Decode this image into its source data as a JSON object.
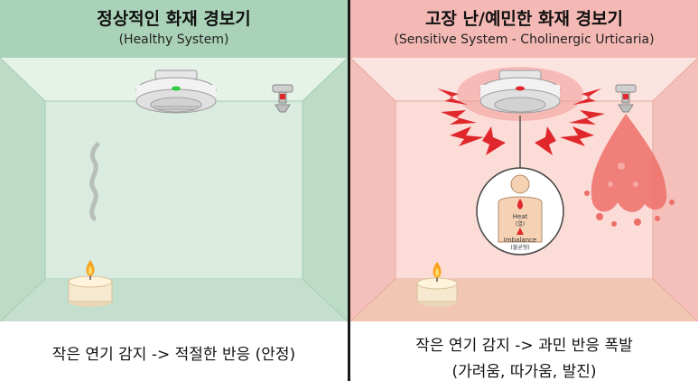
{
  "left_panel": {
    "title": "정상적인 화재 경보기",
    "subtitle": "(Healthy System)",
    "caption": "작은 연기 감지 -> 적절한 반응 (안정)"
  },
  "right_panel": {
    "title": "고장 난/예민한 화재 경보기",
    "subtitle": "(Sensitive System - Cholinergic Urticaria)",
    "body_label_heat": "Heat",
    "body_label_heat_kr": "(열)",
    "body_label_imbalance": "Imbalance",
    "body_label_imbalance_kr": "(불균형)",
    "caption_line1": "작은 연기 감지 -> 과민 반응 폭발",
    "caption_line2": "(가려움, 따가움, 발진)"
  },
  "colors": {
    "healthy_header": "#a9d2b8",
    "healthy_room": "#d9ecdf",
    "sensitive_header": "#f4b9b5",
    "sensitive_room": "#fbdcd7",
    "alarm_red": "#e0272b",
    "indicator_green": "#2ecc40"
  }
}
